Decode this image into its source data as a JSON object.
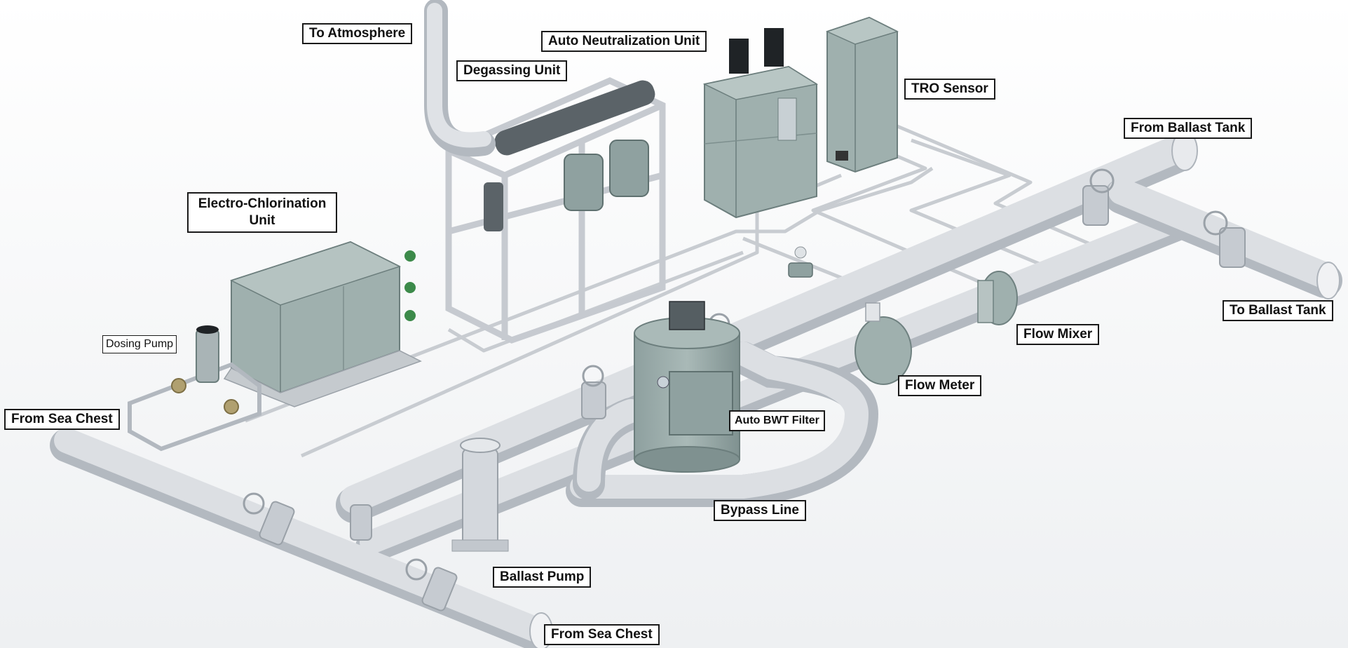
{
  "labels": {
    "to_atmosphere": "To Atmosphere",
    "auto_neutralization_unit": "Auto Neutralization Unit",
    "degassing_unit": "Degassing Unit",
    "tro_sensor": "TRO Sensor",
    "from_ballast_tank": "From Ballast Tank",
    "electro_chlorination_unit": "Electro-Chlorination\nUnit",
    "dosing_pump": "Dosing Pump",
    "to_ballast_tank": "To Ballast Tank",
    "flow_mixer": "Flow Mixer",
    "flow_meter": "Flow Meter",
    "auto_bwt_filter": "Auto BWT Filter",
    "from_sea_chest_left": "From Sea Chest",
    "bypass_line": "Bypass Line",
    "ballast_pump": "Ballast Pump",
    "from_sea_chest_bottom": "From Sea Chest"
  },
  "colors": {
    "pipe": "#d9dde2",
    "pipe_shadow": "#b3b9c0",
    "equipment": "#9fb0ae",
    "equipment_dark": "#7b8d8c",
    "frame": "#c9ccd0",
    "motor": "#1f2326"
  }
}
